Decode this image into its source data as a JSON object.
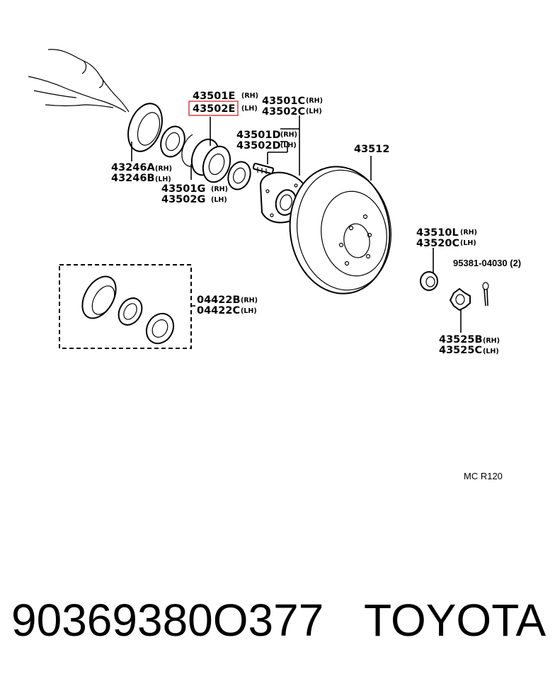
{
  "labels": {
    "p43501E": "43501E",
    "p43501E_side": "(RH)",
    "p43502E": "43502E",
    "p43502E_side": "(LH)",
    "p43501C": "43501C",
    "p43501C_side": "(RH)",
    "p43502C": "43502C",
    "p43502C_side": "(LH)",
    "p43501D": "43501D",
    "p43501D_side": "(RH)",
    "p43502D": "43502D",
    "p43502D_side": "(LH)",
    "p43512": "43512",
    "p43246A": "43246A",
    "p43246A_side": "(RH)",
    "p43246B": "43246B",
    "p43246B_side": "(LH)",
    "p43501G": "43501G",
    "p43501G_side": "(RH)",
    "p43502G": "43502G",
    "p43502G_side": "(LH)",
    "p04422B": "04422B",
    "p04422B_side": "(RH)",
    "p04422C": "04422C",
    "p04422C_side": "(LH)",
    "p43510L": "43510L",
    "p43510L_side": "(RH)",
    "p43520C": "43520C",
    "p43520C_side": "(LH)",
    "p95381": "95381-04030 (2)",
    "p43525B": "43525B",
    "p43525B_side": "(RH)",
    "p43525C": "43525C",
    "p43525C_side": "(LH)"
  },
  "diagram_code": "MC R120",
  "highlight_color": "#d94040",
  "footer": {
    "part_number": "90369380O377",
    "brand": "TOYOTA"
  }
}
